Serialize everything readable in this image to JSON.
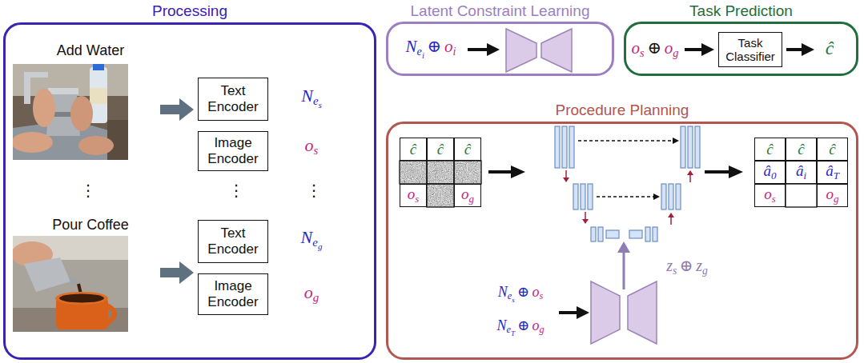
{
  "diagram": {
    "nodes": [
      {
        "text": [
          "Processing"
        ]
      },
      {
        "text": [
          "Text Encoder"
        ],
        "in": 0
      },
      {
        "text": [
          "Image Encoder"
        ],
        "in": 0
      },
      {
        "text": [
          "Text Encoder"
        ],
        "in": 0
      },
      {
        "text": [
          "Image Encoder"
        ],
        "in": 0
      },
      {
        "text": [
          "Latent Constraint Learning"
        ]
      },
      {
        "text": [
          "Task Prediction"
        ]
      },
      {
        "text": [
          "Task Classifier"
        ],
        "in": 6
      },
      {
        "text": [
          "Procedure Planning"
        ]
      },
      {
        "text": [
          "ĉ"
        ],
        "in": 8
      },
      {
        "text": [
          "ĉ"
        ],
        "in": 8
      },
      {
        "text": [
          "ĉ"
        ],
        "in": 8
      },
      {
        "text": [
          "o",
          "s"
        ],
        "in": 8
      },
      {
        "text": [
          "o",
          "g"
        ],
        "in": 8
      },
      {
        "text": [
          "ĉ"
        ],
        "in": 8
      },
      {
        "text": [
          "ĉ"
        ],
        "in": 8
      },
      {
        "text": [
          "ĉ"
        ],
        "in": 8
      },
      {
        "text": [
          "â",
          "0"
        ],
        "in": 8
      },
      {
        "text": [
          "â",
          "i"
        ],
        "in": 8
      },
      {
        "text": [
          "â",
          "T"
        ],
        "in": 8
      },
      {
        "text": [
          "o",
          "s"
        ],
        "in": 8
      },
      {
        "text": [
          "o",
          "g"
        ],
        "in": 8
      }
    ],
    "labels": [
      "Add Water",
      "Pour Coffee",
      "N",
      "e",
      "s",
      "o",
      "s",
      "⋮",
      "⋮",
      "⋮",
      "N",
      "e",
      "g",
      "o",
      "g",
      "N",
      "e",
      "i",
      "⊕",
      "o",
      "i",
      "o",
      "s",
      "⊕",
      "o",
      "g",
      "ĉ",
      "N",
      "e",
      "s",
      "⊕",
      "o",
      "s",
      "N",
      "e",
      "T",
      "⊕",
      "o",
      "g",
      "z",
      "s",
      "⊕",
      "z",
      "g"
    ]
  }
}
